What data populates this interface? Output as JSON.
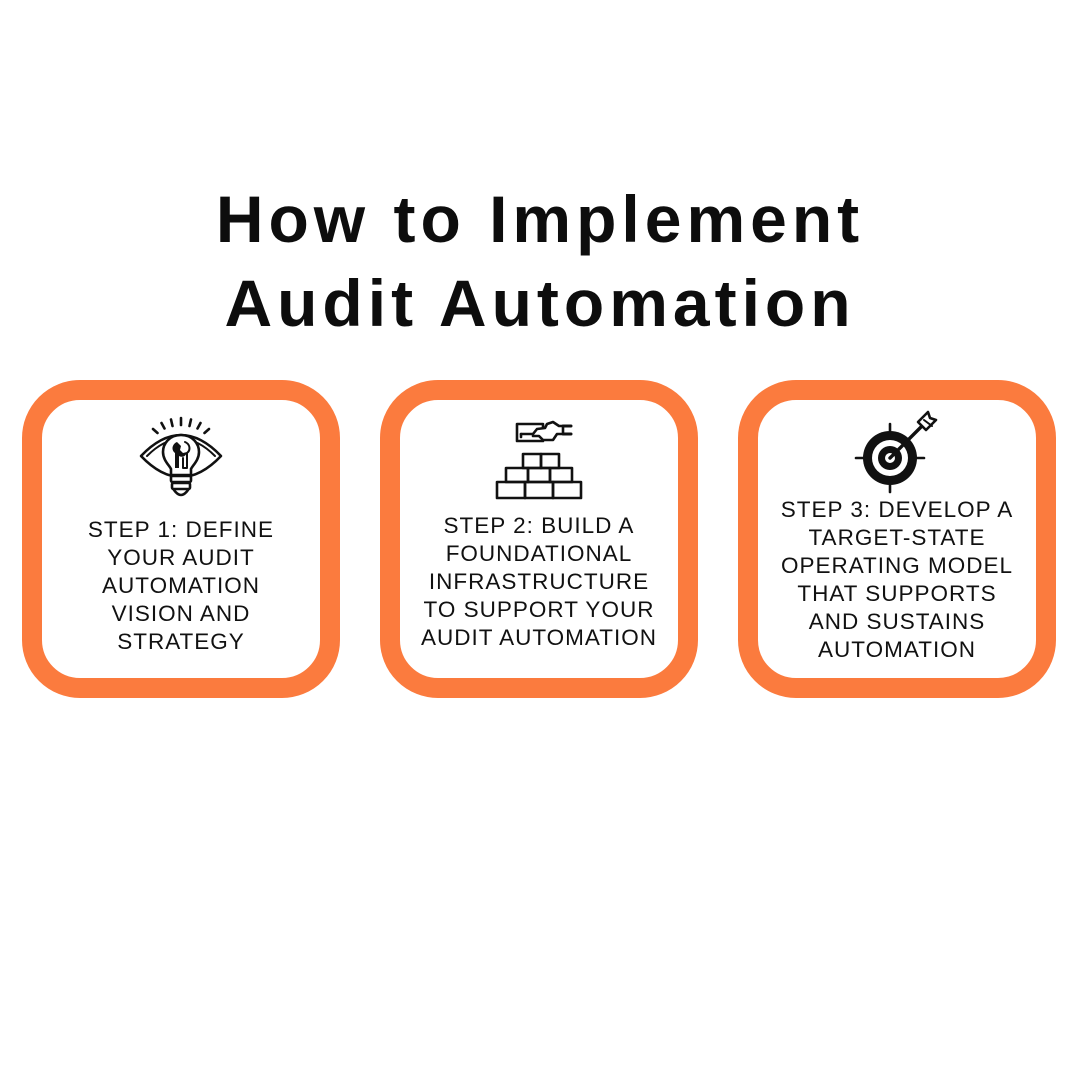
{
  "title": {
    "line1": "How to Implement",
    "line2": "Audit Automation"
  },
  "accent_color": "#fb7b3e",
  "steps": [
    {
      "icon": "lightbulb-eye-icon",
      "text": "STEP 1: DEFINE\nYOUR AUDIT\nAUTOMATION\nVISION AND\nSTRATEGY"
    },
    {
      "icon": "hand-building-bricks-icon",
      "text": "STEP 2: BUILD A\nFOUNDATIONAL\nINFRASTRUCTURE\nTO SUPPORT YOUR\nAUDIT AUTOMATION"
    },
    {
      "icon": "target-arrow-icon",
      "text": "STEP 3: DEVELOP A\nTARGET-STATE\nOPERATING MODEL\nTHAT SUPPORTS\nAND SUSTAINS\nAUTOMATION"
    }
  ]
}
